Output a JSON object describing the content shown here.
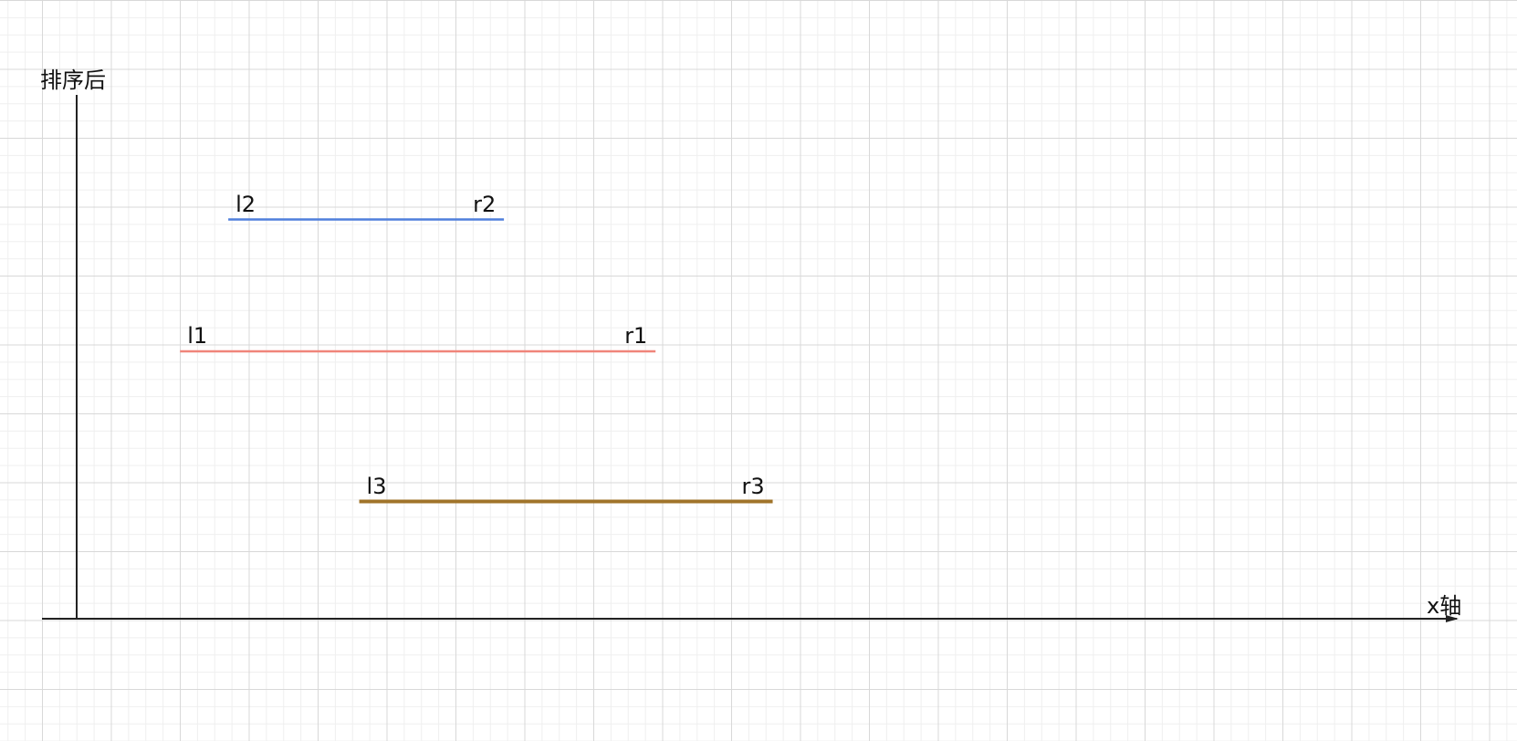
{
  "axes": {
    "y_label": "排序后",
    "x_label": "x轴",
    "color": "#222222"
  },
  "segments": [
    {
      "id": "seg2",
      "left_label": "l2",
      "right_label": "r2",
      "color": "#4f7fdc",
      "from": 2.2,
      "to": 6.2,
      "level": 3
    },
    {
      "id": "seg1",
      "left_label": "l1",
      "right_label": "r1",
      "color": "#f0857a",
      "from": 1.5,
      "to": 8.4,
      "level": 2
    },
    {
      "id": "seg3",
      "left_label": "l3",
      "right_label": "r3",
      "color": "#a0742a",
      "from": 4.1,
      "to": 10.1,
      "level": 1
    }
  ]
}
